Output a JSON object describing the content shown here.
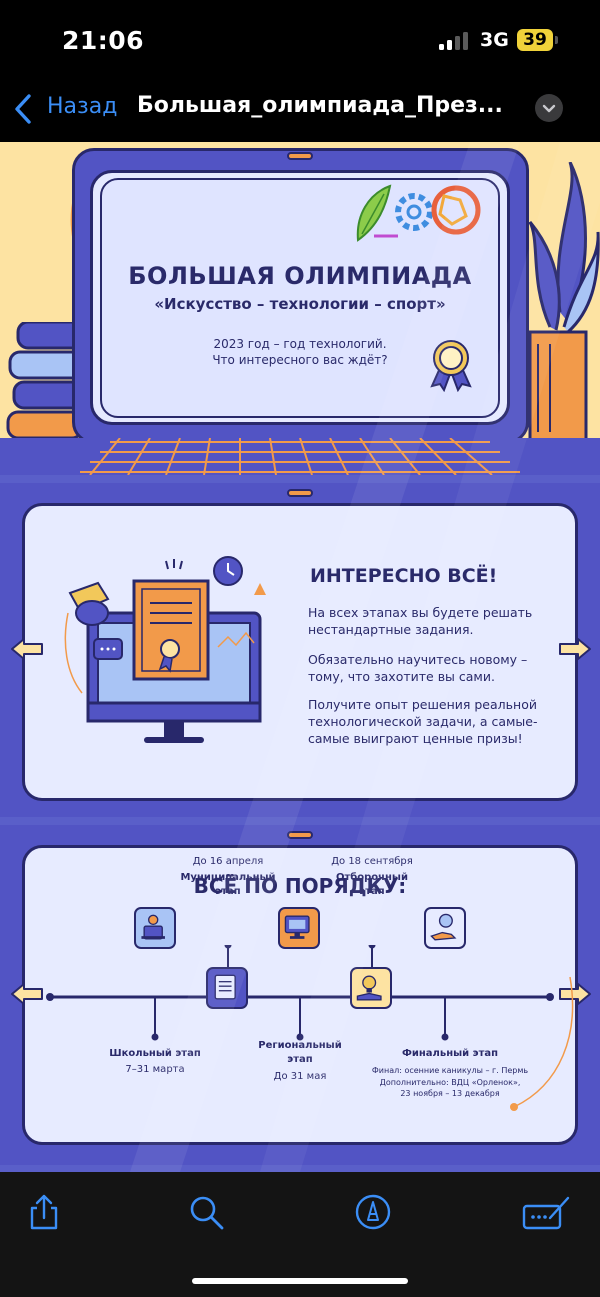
{
  "status_bar": {
    "time": "21:06",
    "network": "3G",
    "battery": "39"
  },
  "nav": {
    "back_label": "Назад",
    "title": "Большая_олимпиада_През..."
  },
  "slide1": {
    "title": "БОЛЬШАЯ ОЛИМПИАДА",
    "subtitle": "«Искусство – технологии – спорт»",
    "line1": "2023 год – год технологий.",
    "line2": "Что интересного вас ждёт?"
  },
  "slide2": {
    "heading": "ИНТЕРЕСНО ВСЁ!",
    "p1_l1": "На всех этапах вы будете решать",
    "p1_l2": "нестандартные задания.",
    "p2_l1": "Обязательно научитесь новому –",
    "p2_l2": "тому, что захотите вы сами.",
    "p3_l1": "Получите опыт решения реальной",
    "p3_l2": "технологической задачи, а самые-",
    "p3_l3": "самые выиграют ценные призы!"
  },
  "slide3": {
    "heading": "ВСЁ ПО ПОРЯДКУ:",
    "municipal_date": "До 16 апреля",
    "municipal_l1": "Муниципальный",
    "municipal_l2": "этап",
    "selection_date": "До 18 сентября",
    "selection_l1": "Отборочный",
    "selection_l2": "этап",
    "school_name": "Школьный этап",
    "school_date": "7–31 марта",
    "regional_l1": "Региональный",
    "regional_l2": "этап",
    "regional_date": "До 31 мая",
    "final_name": "Финальный этап",
    "final_l1": "Финал: осенние каникулы – г. Пермь",
    "final_l2": "Дополнительно: ВДЦ «Орленок»,",
    "final_l3": "23 ноября – 13 декабря"
  },
  "colors": {
    "accent_blue": "#3b8ef6",
    "slide_blue": "#5254c4",
    "navy": "#28286b",
    "card_bg": "#e7ebff",
    "orange": "#f29a4a",
    "cream": "#fde3a2",
    "battery_yellow": "#f0d23a"
  },
  "icons": {
    "back": "chevron-left-icon",
    "menu": "chevron-down-icon",
    "share": "share-icon",
    "search": "search-icon",
    "markup": "markup-pen-icon",
    "signature": "signature-icon"
  }
}
